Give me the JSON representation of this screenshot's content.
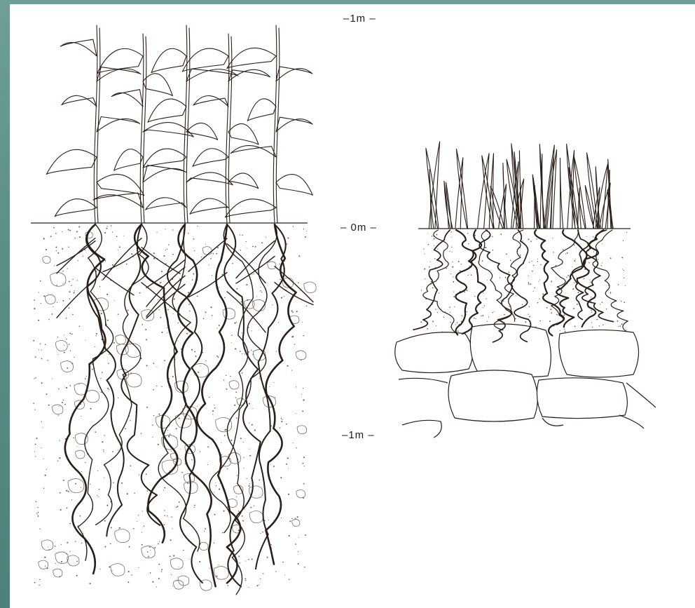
{
  "scale": {
    "top_label": "–1m –",
    "ground_label": "– 0m –",
    "bottom_label": "–1m –"
  },
  "colors": {
    "ink": "#2a1f18",
    "stone": "#f3efe6",
    "frame": "#ffffff",
    "sea": "#5c8f88"
  }
}
